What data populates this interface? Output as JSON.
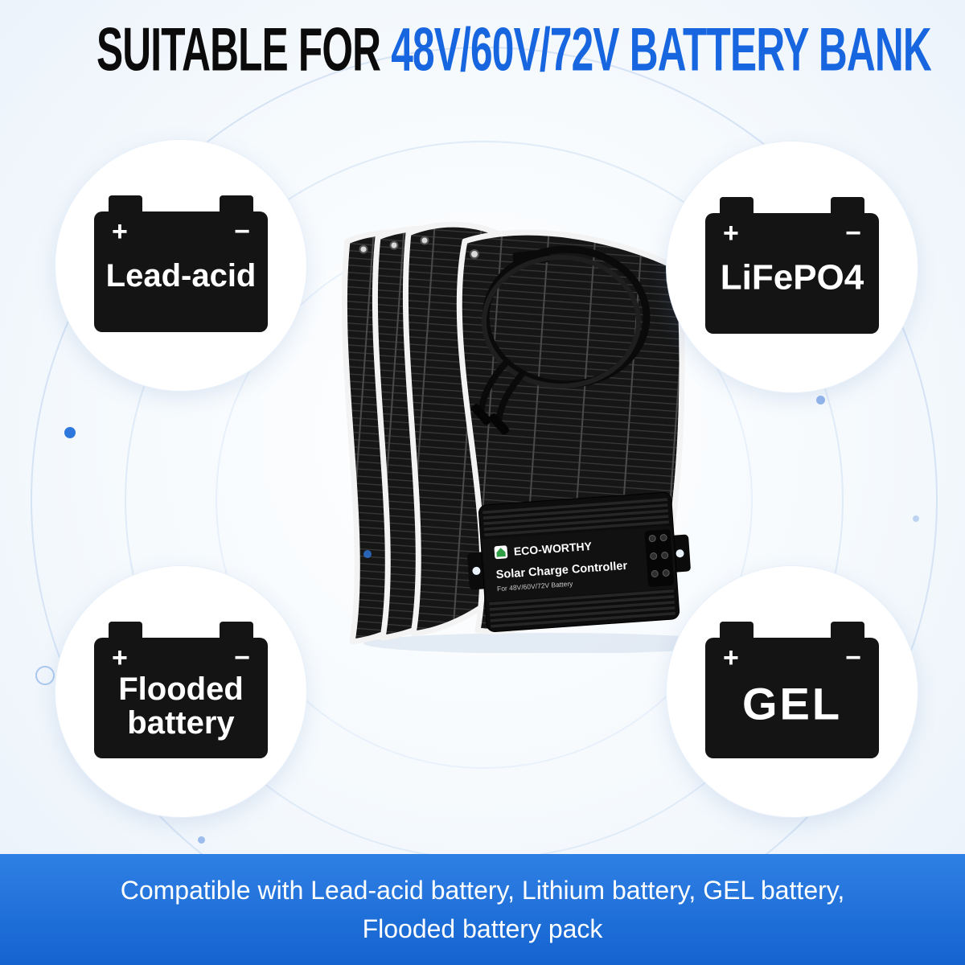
{
  "title": {
    "black": "SUITABLE FOR",
    "blue": "48V/60V/72V BATTERY BANK"
  },
  "badges": [
    {
      "id": "lead-acid",
      "line1": "Lead-acid",
      "line2": ""
    },
    {
      "id": "lifepo4",
      "line1": "LiFePO4",
      "line2": ""
    },
    {
      "id": "flooded",
      "line1": "Flooded",
      "line2": "battery"
    },
    {
      "id": "gel",
      "line1": "GEL",
      "line2": ""
    }
  ],
  "battery_terminals": {
    "positive": "+",
    "negative": "−"
  },
  "controller": {
    "brand": "ECO-WORTHY",
    "product": "Solar Charge Controller",
    "subtitle": "For 48V/60V/72V Battery"
  },
  "footer": {
    "line1": "Compatible with Lead-acid battery, Lithium battery, GEL battery,",
    "line2": "Flooded battery pack"
  },
  "colors": {
    "accent": "#1766e0",
    "footer_top": "#2f80e4",
    "footer_bottom": "#1463d0",
    "badge_bg": "#ffffff",
    "battery_body": "#141414"
  }
}
